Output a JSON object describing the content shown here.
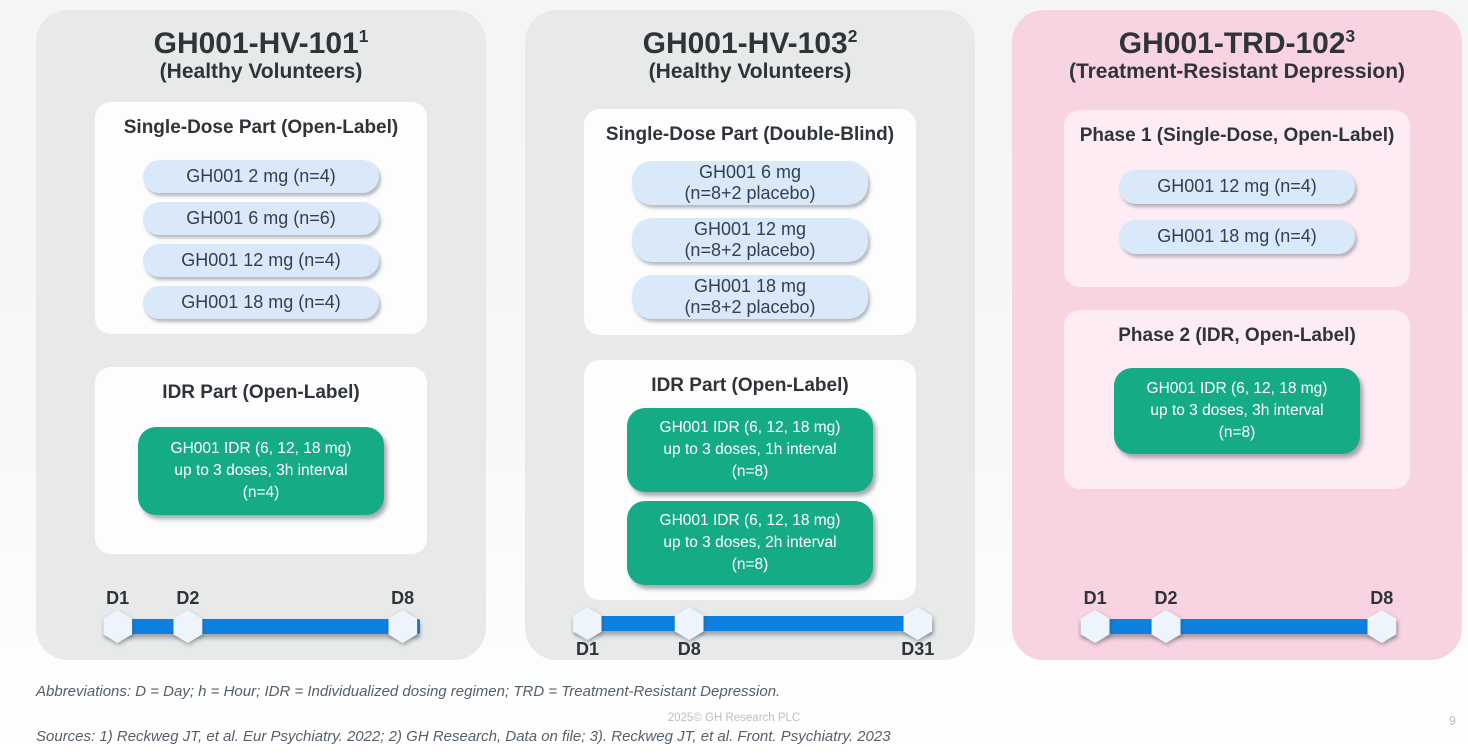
{
  "colors": {
    "idr_green": "#16ab87",
    "pill_blue": "#d9e9f9",
    "timeline_blue": "#0e80df",
    "column_gray": "#e8eaea",
    "column_pink": "#f8d3e1",
    "inner_white": "#fdfdfd",
    "inner_pink": "#fdecf3",
    "dark_text": "#2f343a"
  },
  "columns": [
    {
      "id": "gh001-hv-101",
      "title": "GH001-HV-101",
      "title_sup": "1",
      "subtitle": "(Healthy Volunteers)",
      "theme": "gray",
      "sections": [
        {
          "header": "Single-Dose Part (Open-Label)",
          "items": [
            {
              "type": "pill",
              "lines": [
                "GH001 2 mg (n=4)"
              ]
            },
            {
              "type": "pill",
              "lines": [
                "GH001 6 mg (n=6)"
              ]
            },
            {
              "type": "pill",
              "lines": [
                "GH001 12 mg (n=4)"
              ]
            },
            {
              "type": "pill",
              "lines": [
                "GH001 18 mg (n=4)"
              ]
            }
          ]
        },
        {
          "header": "IDR Part (Open-Label)",
          "items": [
            {
              "type": "green",
              "lines": [
                "GH001 IDR (6, 12, 18 mg)",
                "up to 3 doses, 3h interval",
                "(n=4)"
              ]
            }
          ]
        }
      ],
      "timeline": {
        "label_side": "above",
        "markers": [
          {
            "label": "D1",
            "pos": 4
          },
          {
            "label": "D2",
            "pos": 26.3
          },
          {
            "label": "D8",
            "pos": 94.5
          }
        ]
      }
    },
    {
      "id": "gh001-hv-103",
      "title": "GH001-HV-103",
      "title_sup": "2",
      "subtitle": "(Healthy Volunteers)",
      "theme": "gray",
      "sections": [
        {
          "header": "Single-Dose Part (Double-Blind)",
          "items": [
            {
              "type": "pill",
              "lines": [
                "GH001 6 mg",
                "(n=8+2 placebo)"
              ]
            },
            {
              "type": "pill",
              "lines": [
                "GH001 12 mg",
                "(n=8+2 placebo)"
              ]
            },
            {
              "type": "pill",
              "lines": [
                "GH001 18 mg",
                "(n=8+2 placebo)"
              ]
            }
          ]
        },
        {
          "header": "IDR Part (Open-Label)",
          "items": [
            {
              "type": "green",
              "lines": [
                "GH001 IDR (6, 12, 18 mg)",
                "up to 3 doses, 1h interval",
                "(n=8)"
              ]
            },
            {
              "type": "green",
              "lines": [
                "GH001 IDR (6, 12, 18 mg)",
                "up to 3 doses, 2h interval",
                "(n=8)"
              ]
            }
          ]
        }
      ],
      "timeline": {
        "label_side": "below",
        "markers": [
          {
            "label": "D1",
            "pos": 3.5
          },
          {
            "label": "D8",
            "pos": 32
          },
          {
            "label": "D31",
            "pos": 96
          }
        ]
      }
    },
    {
      "id": "gh001-trd-102",
      "title": "GH001-TRD-102",
      "title_sup": "3",
      "subtitle": "(Treatment-Resistant Depression)",
      "theme": "pink",
      "sections": [
        {
          "header": "Phase 1 (Single-Dose, Open-Label)",
          "items": [
            {
              "type": "pill",
              "lines": [
                "GH001 12 mg (n=4)"
              ]
            },
            {
              "type": "pill",
              "lines": [
                "GH001 18 mg (n=4)"
              ]
            }
          ]
        },
        {
          "header": "Phase 2 (IDR, Open-Label)",
          "items": [
            {
              "type": "green",
              "lines": [
                "GH001 IDR (6, 12, 18 mg)",
                "up to 3 doses, 3h interval",
                "(n=8)"
              ]
            }
          ]
        }
      ],
      "timeline": {
        "label_side": "above",
        "markers": [
          {
            "label": "D1",
            "pos": 4.5
          },
          {
            "label": "D2",
            "pos": 27
          },
          {
            "label": "D8",
            "pos": 95.5
          }
        ]
      }
    }
  ],
  "footer": {
    "abbreviations": "Abbreviations: D = Day; h = Hour; IDR = Individualized dosing regimen; TRD = Treatment-Resistant Depression.",
    "copyright": "2025© GH Research PLC",
    "page_number": "9",
    "sources": "Sources: 1) Reckweg JT, et al. Eur Psychiatry. 2022; 2) GH Research, Data on file; 3). Reckweg JT, et al. Front. Psychiatry. 2023"
  }
}
